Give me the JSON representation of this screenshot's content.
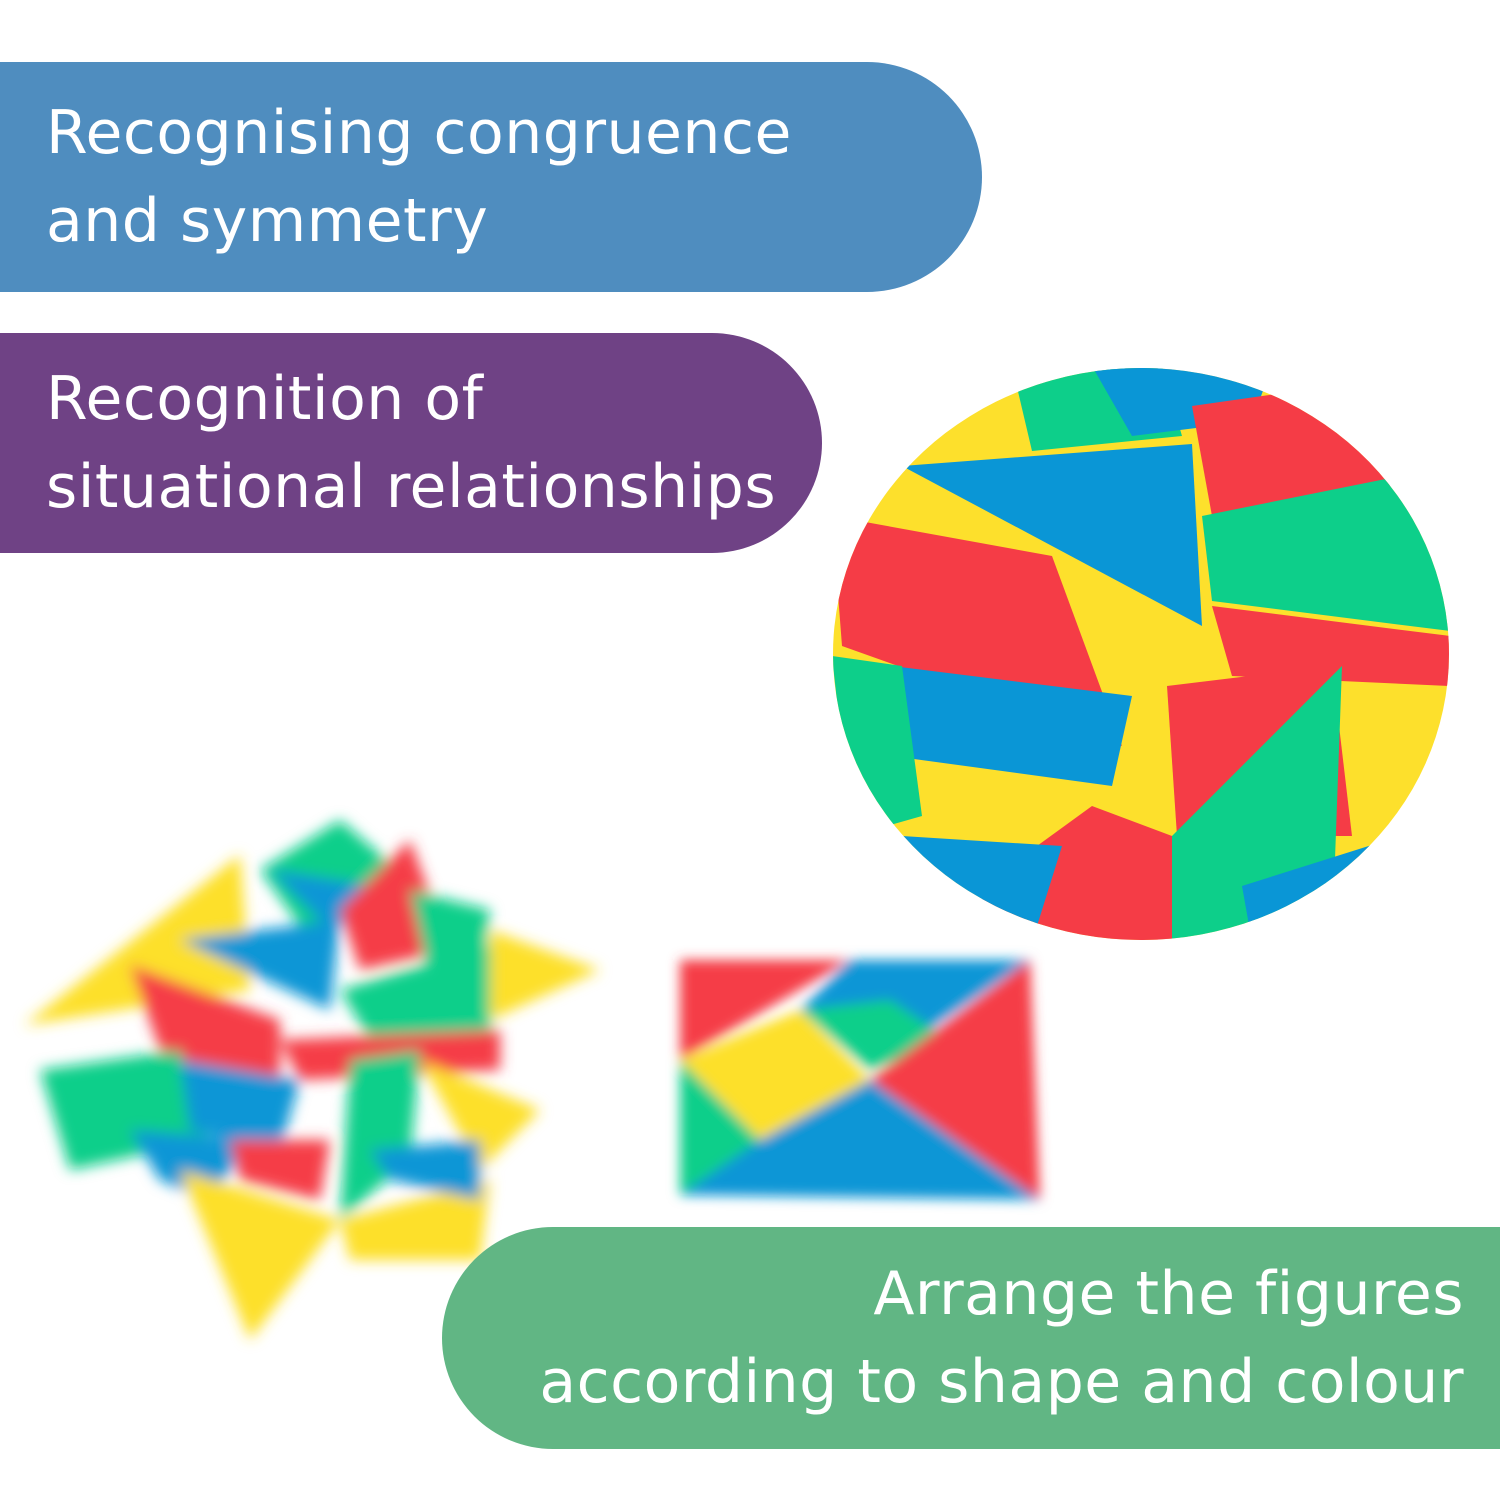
{
  "colors": {
    "blue_banner": "#4f8dbf",
    "purple_banner": "#6f4285",
    "green_banner": "#61b684",
    "tan_red": "#f53c46",
    "tan_blue": "#0a96d6",
    "tan_green": "#0dcf8a",
    "tan_yellow": "#fde02c"
  },
  "banners": {
    "congruence": {
      "line1": "Recognising congruence",
      "line2": "and symmetry"
    },
    "situational": {
      "line1": "Recognition of",
      "line2": "situational relationships"
    },
    "arrange": {
      "line1": "Arrange the figures",
      "line2": "according to shape and colour"
    }
  },
  "images": {
    "photo": "tangram-pieces-photo-icon",
    "scatter": "scattered-tangram-icon",
    "square": "assembled-tangram-square-icon"
  }
}
